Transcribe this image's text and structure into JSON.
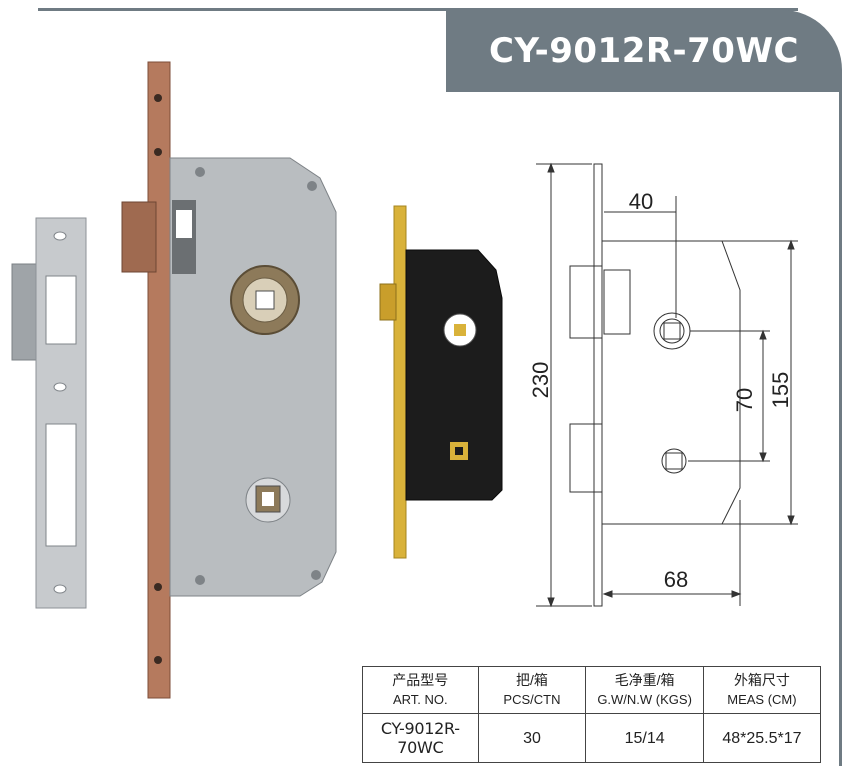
{
  "title": "CY-9012R-70WC",
  "dimensions": {
    "width_top": "40",
    "height_total": "230",
    "center_distance": "70",
    "plate_height": "155",
    "width_bottom": "68"
  },
  "table": {
    "headers": [
      {
        "cn": "产品型号",
        "en": "ART. NO."
      },
      {
        "cn": "把/箱",
        "en": "PCS/CTN"
      },
      {
        "cn": "毛净重/箱",
        "en": "G.W/N.W (KGS)"
      },
      {
        "cn": "外箱尺寸",
        "en": "MEAS (CM)"
      }
    ],
    "row": [
      "CY-9012R-70WC",
      "30",
      "15/14",
      "48*25.5*17"
    ]
  },
  "colors": {
    "banner": "#6f7b83",
    "copper": "#b57a5e",
    "silver": "#b9bdc0",
    "brass": "#d9b23a",
    "black_body": "#1c1c1c"
  }
}
